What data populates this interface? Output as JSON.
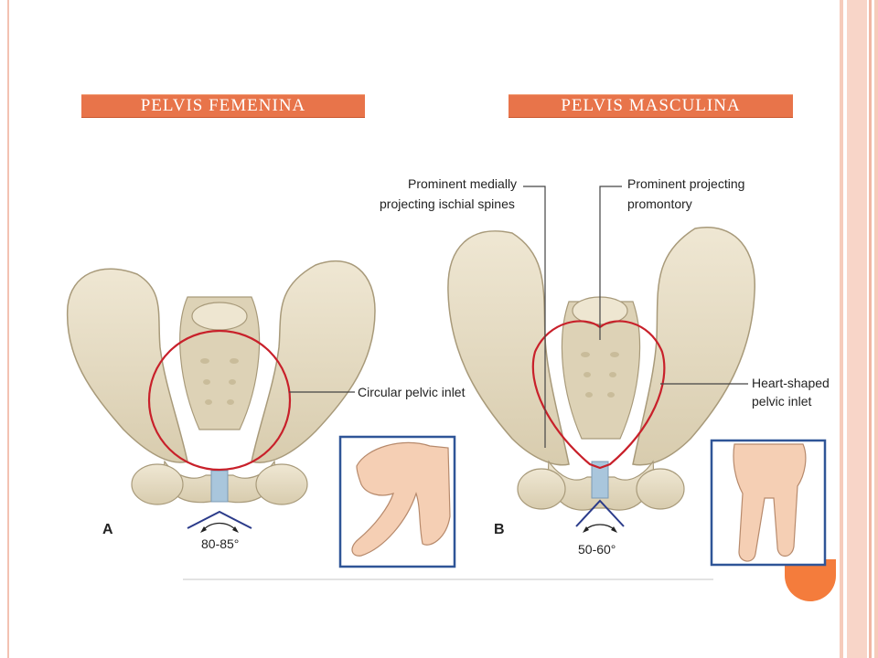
{
  "labels": {
    "female": "PELVIS FEMENINA",
    "male": "PELVIS MASCULINA"
  },
  "figure_a": {
    "letter": "A",
    "inlet_label": "Circular pelvic inlet",
    "angle": "80-85°"
  },
  "figure_b": {
    "letter": "B",
    "spines_label_1": "Prominent medially",
    "spines_label_2": "projecting ischial spines",
    "promontory_label_1": "Prominent projecting",
    "promontory_label_2": "promontory",
    "inlet_label_1": "Heart-shaped",
    "inlet_label_2": "pelvic inlet",
    "angle": "50-60°"
  },
  "colors": {
    "accent": "#e8744a",
    "bone": "#e6dcc4",
    "inlet_outline": "#c8202a",
    "cartilage": "#a9c6dc",
    "box_border": "#2f5597"
  }
}
